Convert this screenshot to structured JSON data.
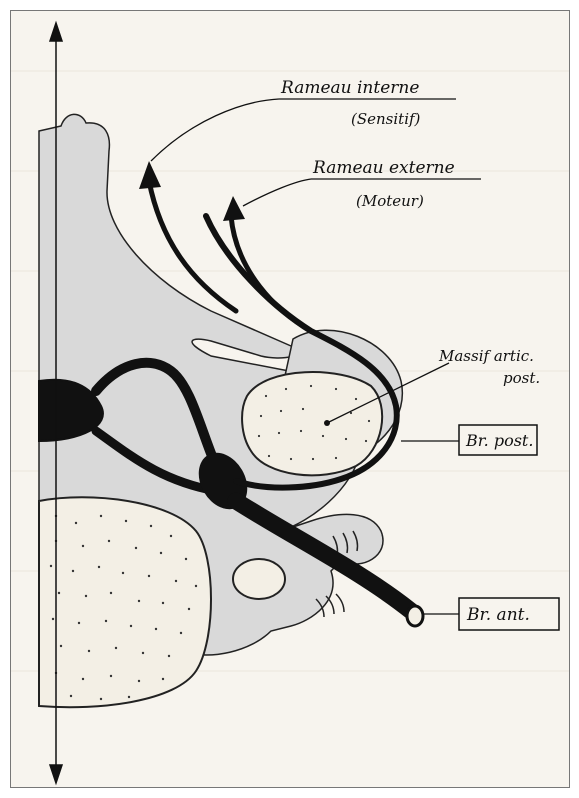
{
  "labels": {
    "rameau_interne": "Rameau interne",
    "sensitif": "(Sensitif)",
    "rameau_externe": "Rameau externe",
    "moteur": "(Moteur)",
    "massif_line1": "Massif artic.",
    "massif_line2": "post.",
    "br_post": "Br. post.",
    "br_ant": "Br. ant."
  },
  "colors": {
    "paper": "#f7f4ee",
    "bone": "#d9d9d9",
    "ink": "#111111"
  }
}
